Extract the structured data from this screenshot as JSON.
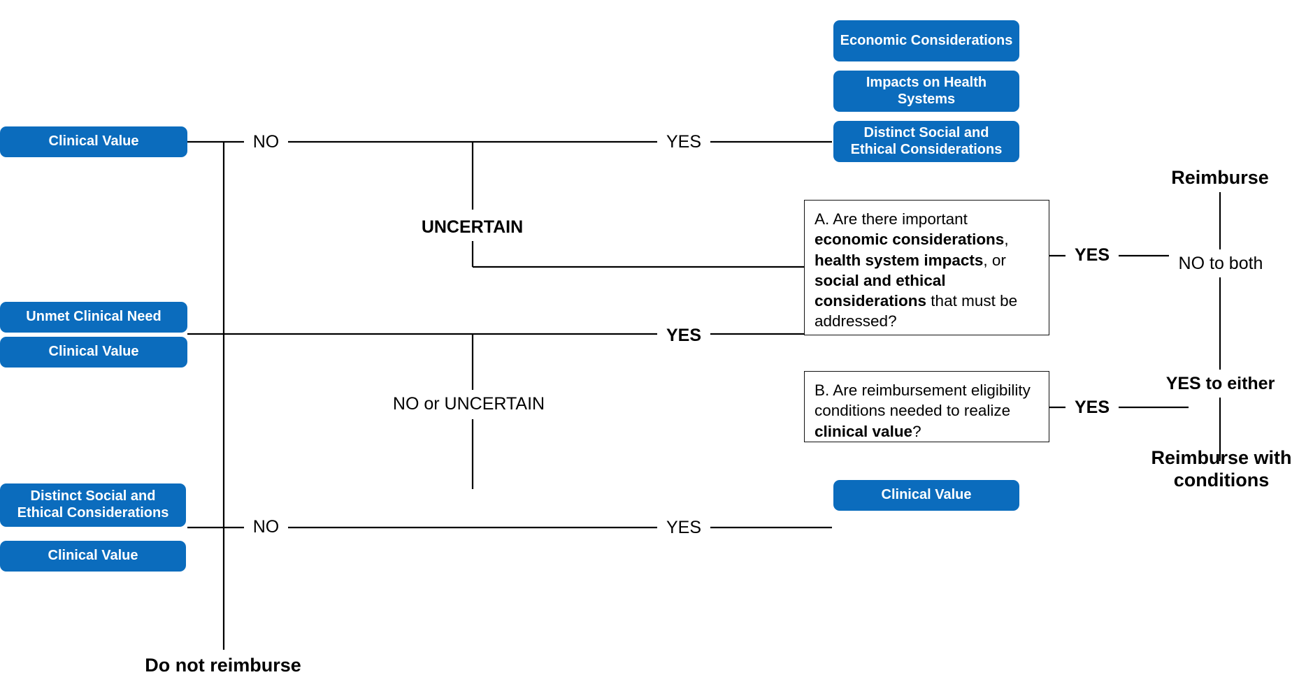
{
  "diagram": {
    "title": "Reimbursement decision framework flowchart",
    "accent_blue": "#0b6cbd",
    "text_color": "#000000",
    "background": "#ffffff"
  },
  "criteria_groups": {
    "row1": [
      {
        "label": "Clinical Value"
      }
    ],
    "row2": [
      {
        "label": "Unmet Clinical Need"
      },
      {
        "label": "Clinical Value"
      }
    ],
    "row3": [
      {
        "label": "Distinct Social and Ethical Considerations"
      },
      {
        "label": "Clinical Value"
      }
    ],
    "top_right": [
      {
        "label": "Economic Considerations"
      },
      {
        "label": "Impacts on Health Systems"
      },
      {
        "label": "Distinct Social and Ethical Considerations"
      }
    ],
    "mid_right": [
      {
        "label": "Clinical Value"
      }
    ]
  },
  "edge_labels": {
    "no_top": "NO",
    "yes_top": "YES",
    "uncertain": "UNCERTAIN",
    "yes_mid": "YES",
    "no_or_uncertain": "NO or UNCERTAIN",
    "no_bottom": "NO",
    "yes_bottom": "YES",
    "yes_question_a": "YES",
    "yes_question_b": "YES",
    "no_to_both": "NO to both",
    "yes_to_either": "YES to either"
  },
  "questions": {
    "a": {
      "prefix": "A. Are there important ",
      "bold1": "economic considerations",
      "mid1": ", ",
      "bold2": "health system impacts",
      "mid2": ", or ",
      "bold3": "social and ethical considerations",
      "suffix": " that must be addressed?"
    },
    "b": {
      "prefix": "B. Are reimbursement eligibility conditions needed to realize ",
      "bold1": "clinical value",
      "suffix": "?"
    }
  },
  "outcomes": {
    "reimburse": "Reimburse",
    "reimburse_with_conditions": "Reimburse with conditions",
    "do_not_reimburse": "Do not reimburse"
  }
}
